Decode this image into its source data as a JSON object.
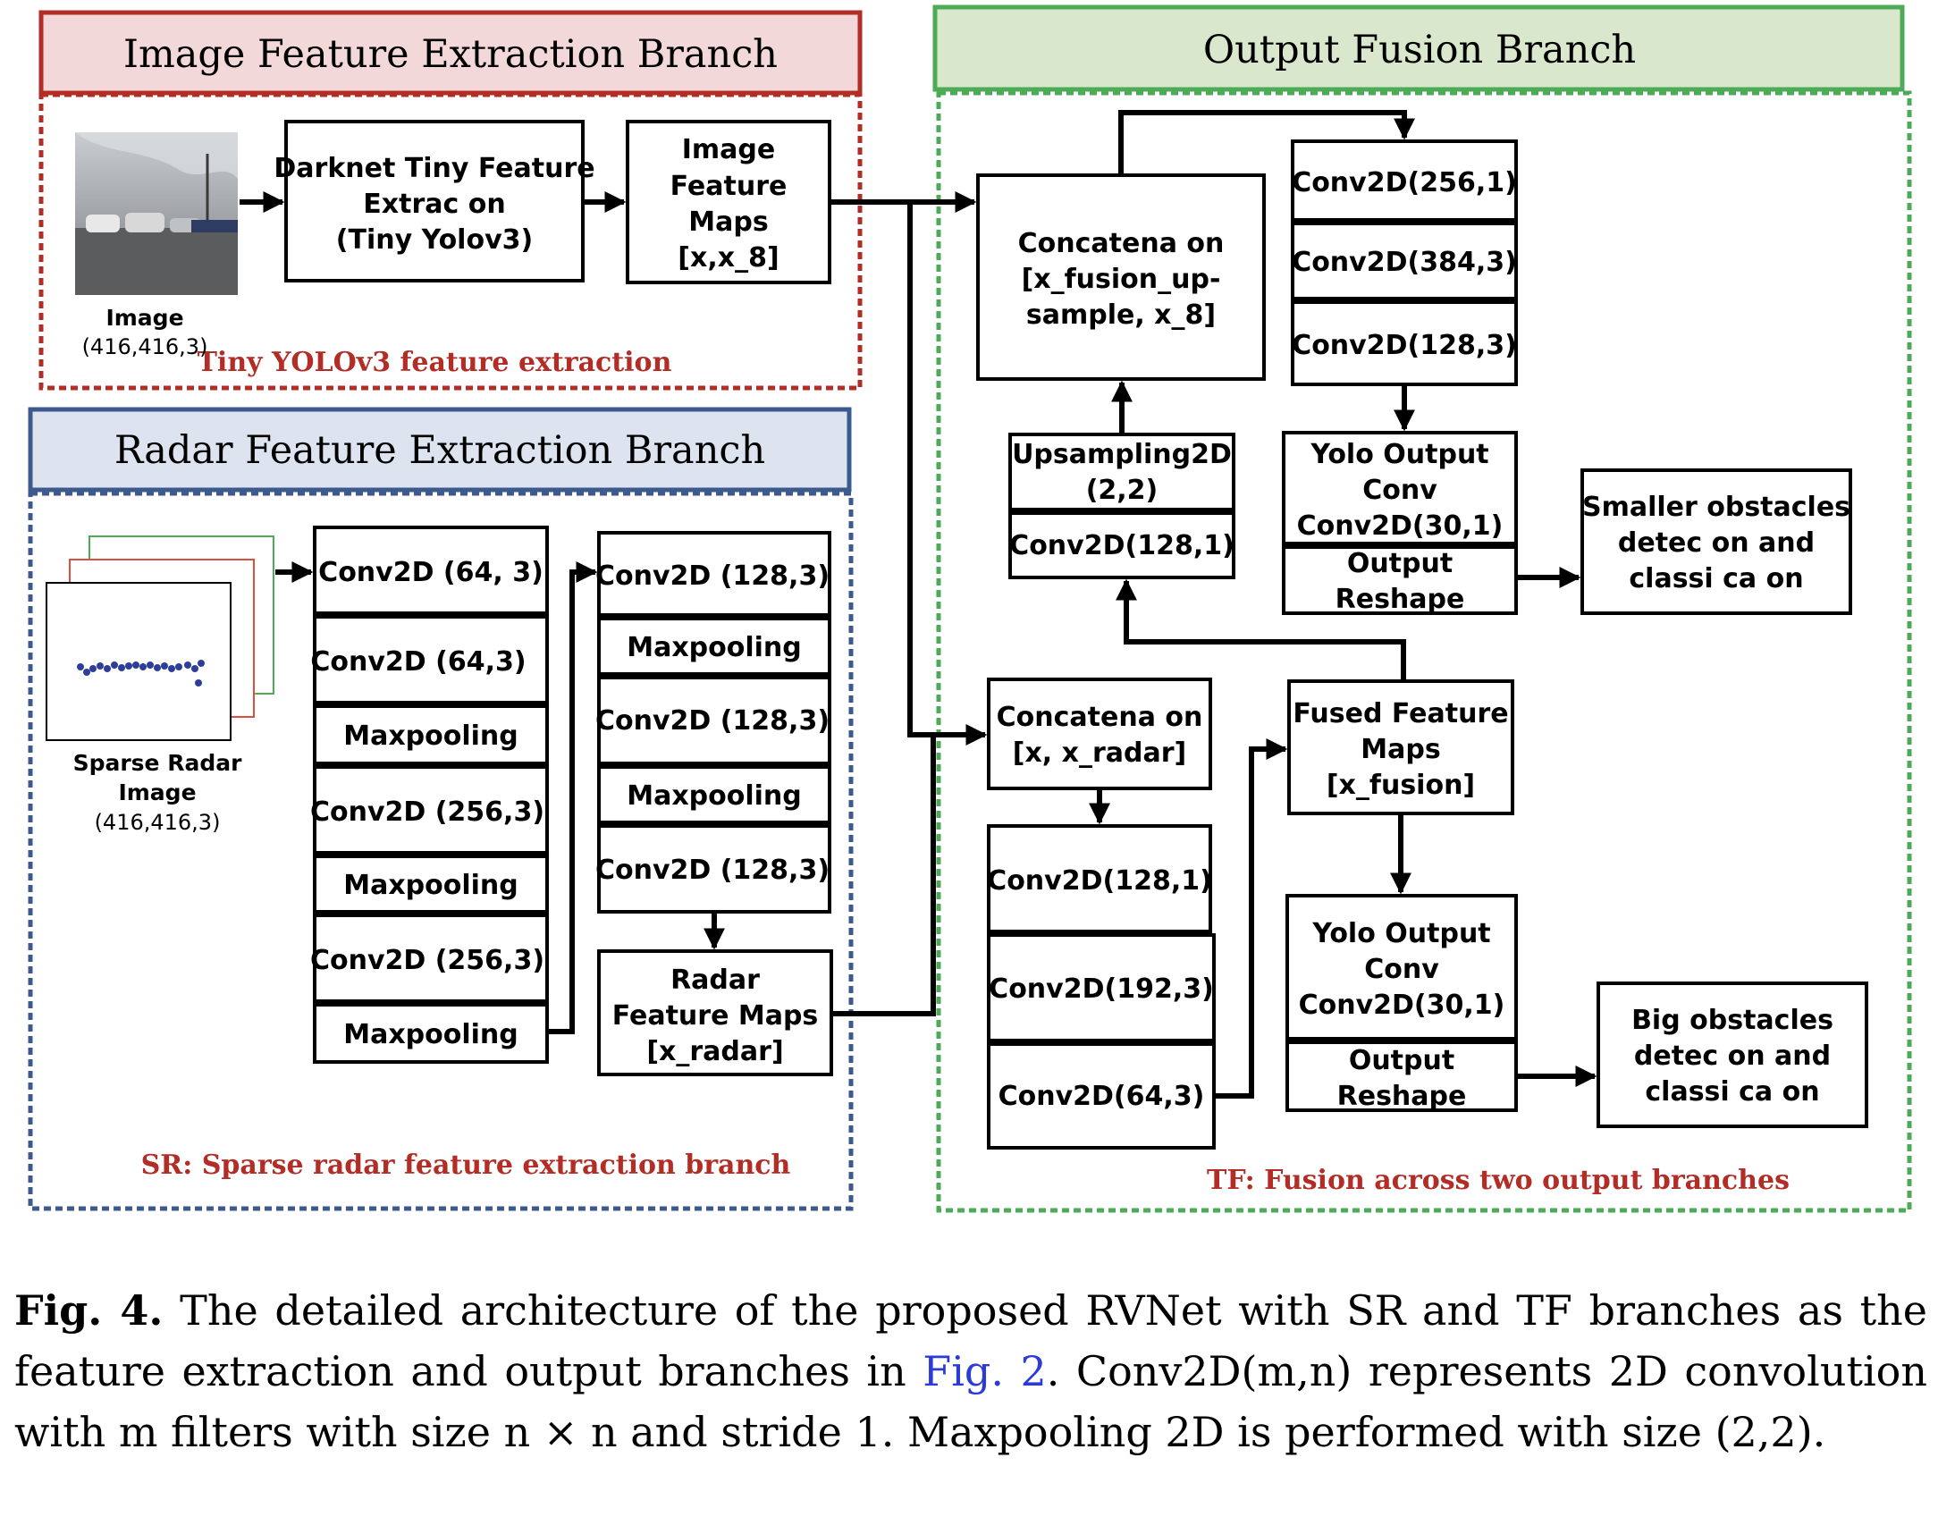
{
  "colors": {
    "image_branch": "#b22d25",
    "image_branch_fill": "#f2d8d8",
    "radar_branch": "#3d5a8f",
    "radar_branch_fill": "#dde4f0",
    "fusion_branch": "#4daa57",
    "fusion_branch_fill": "#d9e8cc",
    "subtitle_text": "#b22d25",
    "link_text": "#2b3bd6"
  },
  "branches": {
    "image": {
      "title": "Image Feature Extraction Branch",
      "subtitle": "Tiny YOLOv3 feature extraction"
    },
    "radar": {
      "title": "Radar Feature Extraction Branch",
      "subtitle": "SR: Sparse radar feature extraction branch"
    },
    "fusion": {
      "title": "Output Fusion Branch",
      "subtitle": "TF: Fusion across two output branches"
    }
  },
  "image_branch": {
    "input_label": "Image",
    "input_shape": "(416,416,3)",
    "darknet": [
      "Darknet Tiny Feature",
      "Extrac  on",
      "(Tiny Yolov3)"
    ],
    "feature_maps": [
      "Image",
      "Feature",
      "Maps",
      "[x,x_8]"
    ]
  },
  "radar_branch": {
    "input_label": [
      "Sparse Radar",
      "Image"
    ],
    "input_shape": "(416,416,3)",
    "col1": [
      "Conv2D (64, 3)",
      "Conv2D (64,3)",
      "Maxpooling",
      "Conv2D (256,3)",
      "Maxpooling",
      "Conv2D (256,3)",
      "Maxpooling"
    ],
    "col2": [
      "Conv2D (128,3)",
      "Maxpooling",
      "Conv2D (128,3)",
      "Maxpooling",
      "Conv2D (128,3)"
    ],
    "feature_maps": [
      "Radar",
      "Feature Maps",
      "[x_radar]"
    ]
  },
  "fusion_branch": {
    "concat_top": [
      "Concatena  on",
      "[x_fusion_up-",
      "sample, x_8]"
    ],
    "top_stack": [
      "Conv2D(256,1)",
      "Conv2D(384,3)",
      "Conv2D(128,3)"
    ],
    "upsampling": [
      "Upsampling2D",
      "(2,2)"
    ],
    "upsample_conv": "Conv2D(128,1)",
    "yolo_top": [
      "Yolo Output",
      "Conv",
      "Conv2D(30,1)"
    ],
    "reshape_top": [
      "Output",
      "Reshape"
    ],
    "small_out": [
      "Smaller obstacles",
      "detec  on and",
      "classi  ca  on"
    ],
    "concat_bottom": [
      "Concatena  on",
      "[x, x_radar]"
    ],
    "bottom_stack": [
      "Conv2D(128,1)",
      "Conv2D(192,3)",
      "Conv2D(64,3)"
    ],
    "fused": [
      "Fused Feature",
      "Maps",
      "[x_fusion]"
    ],
    "yolo_bottom": [
      "Yolo Output",
      "Conv",
      "Conv2D(30,1)"
    ],
    "reshape_bottom": [
      "Output",
      "Reshape"
    ],
    "big_out": [
      "Big obstacles",
      "detec  on and",
      "classi  ca  on"
    ]
  },
  "caption": {
    "label": "Fig. 4.",
    "text_1": "The detailed architecture of the proposed RVNet with SR and TF branches as the feature extraction and output branches in",
    "ref": "Fig. 2",
    "text_2": ". Conv2D(m,n) represents 2D convolution with m filters with size n × n and stride 1. Maxpooling 2D is performed with size (2,2)."
  }
}
